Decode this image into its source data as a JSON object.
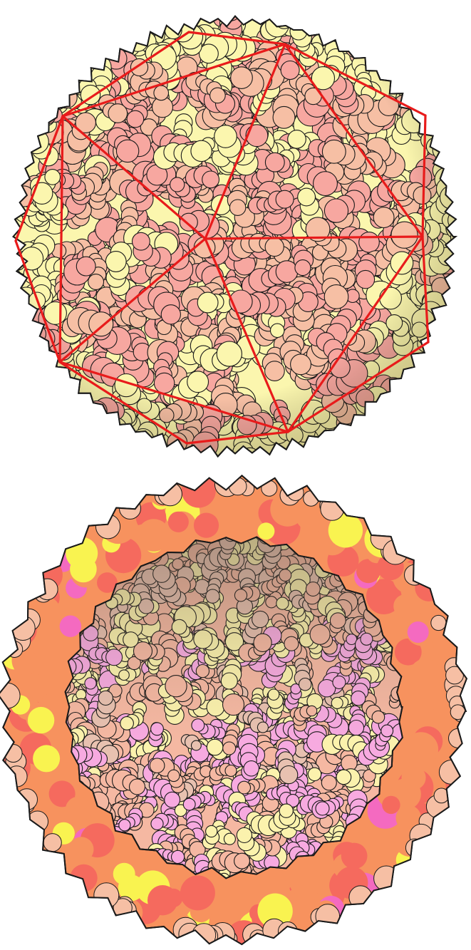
{
  "figures": [
    {
      "name": "capsid-exterior-view",
      "overlay": "icosahedral-lattice-lines",
      "colors": {
        "protein-a": "#f7a7a0",
        "protein-b": "#f6bfa4",
        "protein-c": "#fbf6ae",
        "shadow": "#d9a48e",
        "outline": "#1a1a1a",
        "lattice": "#e81b1b"
      }
    },
    {
      "name": "capsid-cutaway-view",
      "overlay": "none",
      "colors": {
        "cut-orange": "#f7925e",
        "cut-red": "#f56a5e",
        "cut-yellow": "#f9f350",
        "cut-magenta": "#f46ac0",
        "interior-pink": "#f7aae0",
        "interior-cream": "#fbf2ad",
        "interior-salmon": "#f5b8a2",
        "interior-shadow": "#b59a8c",
        "outline": "#1a1a1a"
      }
    }
  ]
}
